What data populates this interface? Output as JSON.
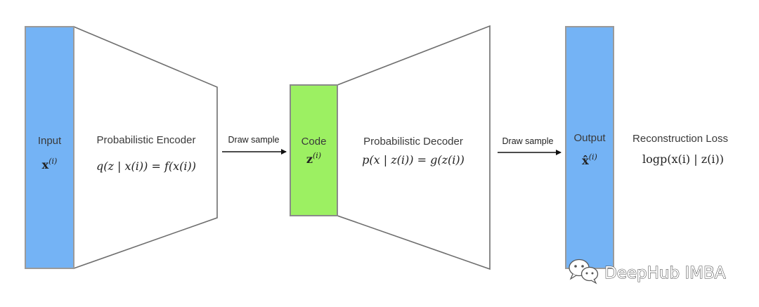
{
  "input": {
    "label": "Input",
    "symbol": "x",
    "superscript": "(i)"
  },
  "encoder": {
    "title": "Probabilistic Encoder",
    "formula": "q(z | x(i)) = f(x(i))"
  },
  "draw_sample_1": "Draw sample",
  "code": {
    "label": "Code",
    "symbol": "z",
    "superscript": "(i)"
  },
  "decoder": {
    "title": "Probabilistic Decoder",
    "formula": "p(x | z(i)) = g(z(i))"
  },
  "draw_sample_2": "Draw sample",
  "output": {
    "label": "Output",
    "symbol": "x̂",
    "superscript": "(i)"
  },
  "loss": {
    "title": "Reconstruction Loss",
    "formula": "logp(x(i) | z(i))"
  },
  "watermark": "DeepHub IMBA",
  "colors": {
    "input_fill": "#74b3f5",
    "code_fill": "#9cf062",
    "output_fill": "#74b3f5",
    "box_stroke": "#9a9a9a",
    "trapezoid_stroke": "#6e6e6e"
  }
}
